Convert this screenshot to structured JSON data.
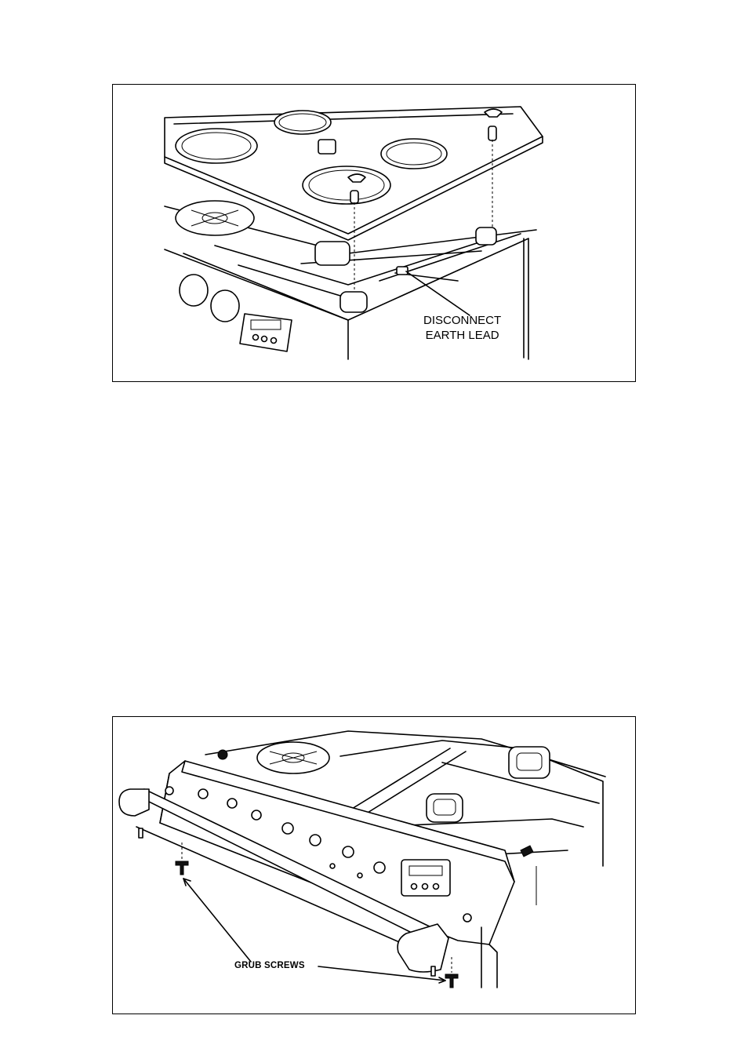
{
  "figures": [
    {
      "id": "hob-top-removal",
      "callout": {
        "line1": "DISCONNECT",
        "line2": "EARTH LEAD"
      }
    },
    {
      "id": "control-panel-removal",
      "callout": {
        "text": "GRUB SCREWS"
      }
    }
  ]
}
